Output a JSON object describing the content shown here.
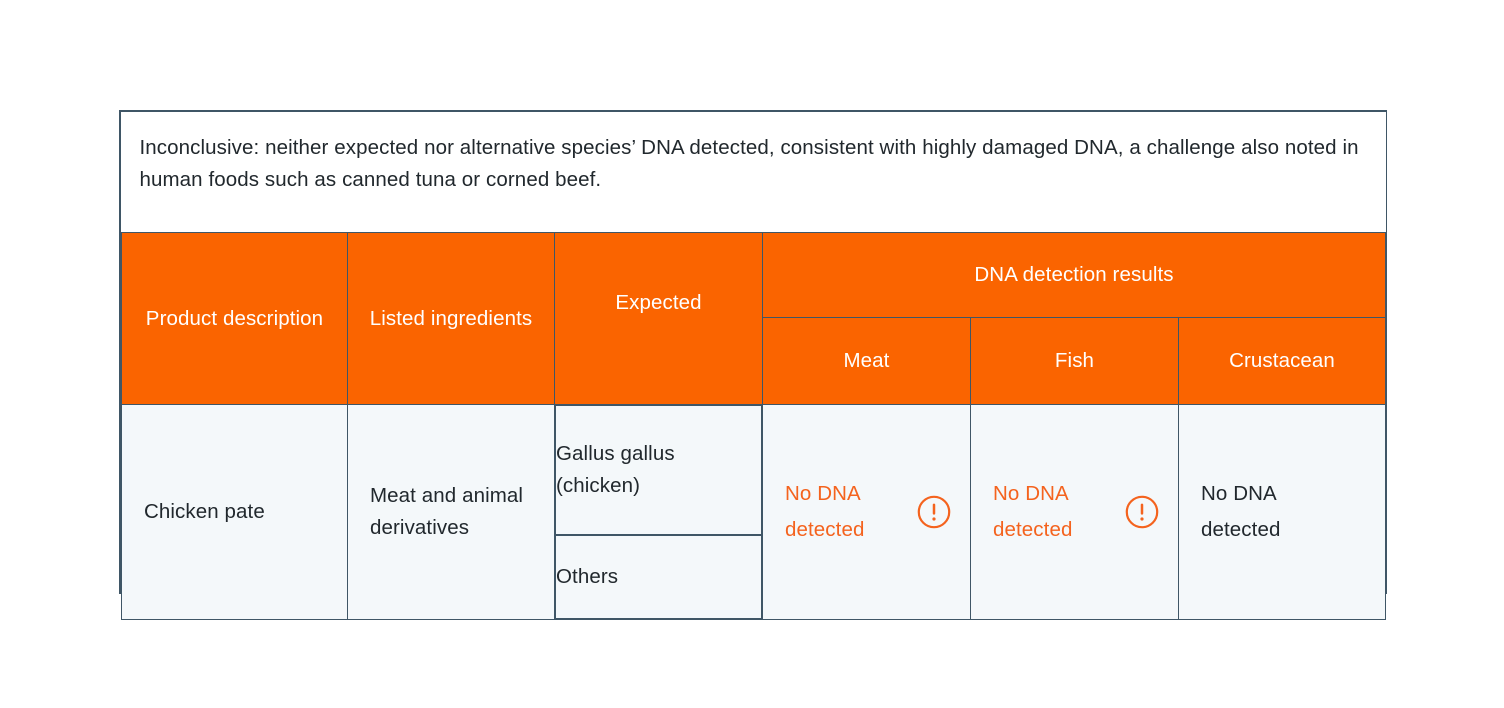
{
  "caption": {
    "text": "Inconclusive: neither expected nor alternative species’ DNA detected, consistent with highly damaged DNA, a challenge also noted in human foods such as canned tuna or corned beef."
  },
  "colors": {
    "header_orange": "#FA6400",
    "alert_orange": "#F4631E",
    "border": "#3F5666",
    "body_background": "#F4F8FA",
    "text": "#21282D"
  },
  "table": {
    "headers": {
      "product_description": "Product description",
      "listed_ingredients": "Listed ingredients",
      "expected": "Expected",
      "dna_detection_results": "DNA detection results",
      "meat": "Meat",
      "fish": "Fish",
      "crustacean": "Crustacean"
    },
    "rows": [
      {
        "product_description": "Chicken pate",
        "listed_ingredients": "Meat and animal derivatives",
        "expected": [
          "Gallus gallus (chicken)",
          "Others"
        ],
        "results": {
          "meat": {
            "value": "No DNA detected",
            "alert": true,
            "icon": "alert-circle-icon"
          },
          "fish": {
            "value": "No DNA detected",
            "alert": true,
            "icon": "alert-circle-icon"
          },
          "crustacean": {
            "value": "No DNA detected",
            "alert": false,
            "icon": ""
          }
        }
      }
    ]
  }
}
